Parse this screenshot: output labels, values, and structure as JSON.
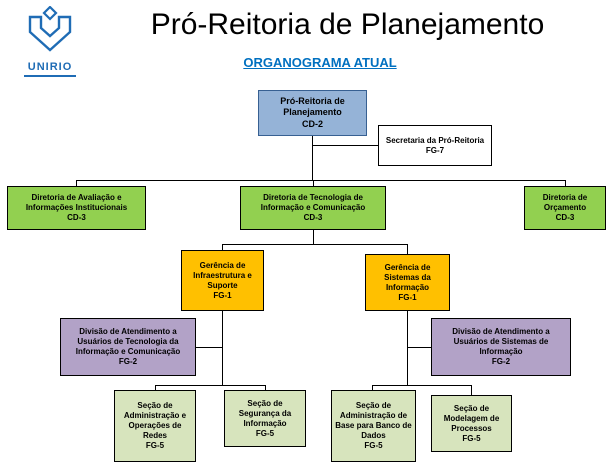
{
  "header": {
    "title": "Pró-Reitoria de Planejamento",
    "subtitle": "ORGANOGRAMA ATUAL",
    "logo": {
      "text": "UNIRIO",
      "icon": "unirio-crest-icon"
    }
  },
  "colors": {
    "root_box": "#95B3D7",
    "root_border": "#376092",
    "directorate_box": "#92D050",
    "management_box": "#FFC000",
    "division_box": "#B2A2C7",
    "section_box": "#D7E4BD",
    "secretariat_box": "#FFFFFF",
    "subtitle_text": "#0070C0",
    "logo_blue": "#1F6CB5",
    "connector": "#000000"
  },
  "nodes": [
    {
      "label": "Pró-Reitoria de Planejamento",
      "grade": "CD-2",
      "parent": null
    },
    {
      "label": "Secretaria da Pró-Reitoria",
      "grade": "FG-7",
      "parent": "Pró-Reitoria de Planejamento"
    },
    {
      "label": "Diretoria de Avaliação e Informações Institucionais",
      "grade": "CD-3",
      "parent": "Pró-Reitoria de Planejamento"
    },
    {
      "label": "Diretoria de Tecnologia de Informação e Comunicação",
      "grade": "CD-3",
      "parent": "Pró-Reitoria de Planejamento"
    },
    {
      "label": "Diretoria de Orçamento",
      "grade": "CD-3",
      "parent": "Pró-Reitoria de Planejamento"
    },
    {
      "label": "Gerência de Infraestrutura e Suporte",
      "grade": "FG-1",
      "parent": "Diretoria de Tecnologia de Informação e Comunicação"
    },
    {
      "label": "Gerência de Sistemas da Informação",
      "grade": "FG-1",
      "parent": "Diretoria de Tecnologia de Informação e Comunicação"
    },
    {
      "label": "Divisão de Atendimento a Usuários de Tecnologia da Informação e Comunicação",
      "grade": "FG-2",
      "parent": "Gerência de Infraestrutura e Suporte"
    },
    {
      "label": "Divisão de Atendimento a Usuários de Sistemas de Informação",
      "grade": "FG-2",
      "parent": "Gerência de Sistemas da Informação"
    },
    {
      "label": "Seção de Administração e Operações de Redes",
      "grade": "FG-5",
      "parent": "Gerência de Infraestrutura e Suporte"
    },
    {
      "label": "Seção de Segurança da Informação",
      "grade": "FG-5",
      "parent": "Gerência de Infraestrutura e Suporte"
    },
    {
      "label": "Seção de Administração de Base para Banco de Dados",
      "grade": "FG-5",
      "parent": "Gerência de Sistemas da Informação"
    },
    {
      "label": "Seção de Modelagem de Processos",
      "grade": "FG-5",
      "parent": "Gerência de Sistemas da Informação"
    }
  ]
}
